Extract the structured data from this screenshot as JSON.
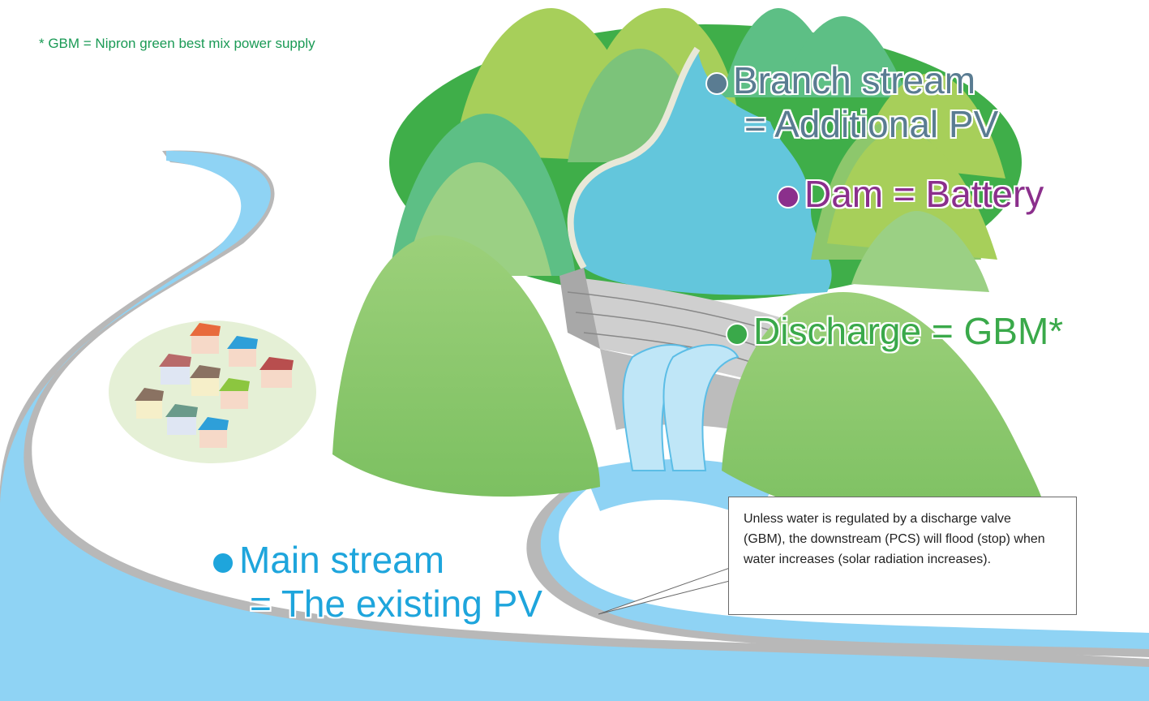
{
  "note": "* GBM =  Nipron green best mix power supply",
  "labels": {
    "branch_line1": "Branch stream",
    "branch_line2": "= Additional PV",
    "dam": "Dam = Battery",
    "discharge": "Discharge = GBM*",
    "main_line1": "Main stream",
    "main_line2": "= The existing PV"
  },
  "callout": "Unless water is regulated by a discharge valve (GBM), the downstream (PCS) will flood (stop) when water increases (solar radiation increases).",
  "colors": {
    "branch": "#5a7c92",
    "dam": "#8b2f8c",
    "discharge": "#3aa94a",
    "main": "#1ea5dc",
    "note": "#1a9a55",
    "water": "#8fd3f4",
    "mountain": "#84c467"
  },
  "icons": [
    "house-icon",
    "dam-icon",
    "waterfall-icon"
  ]
}
